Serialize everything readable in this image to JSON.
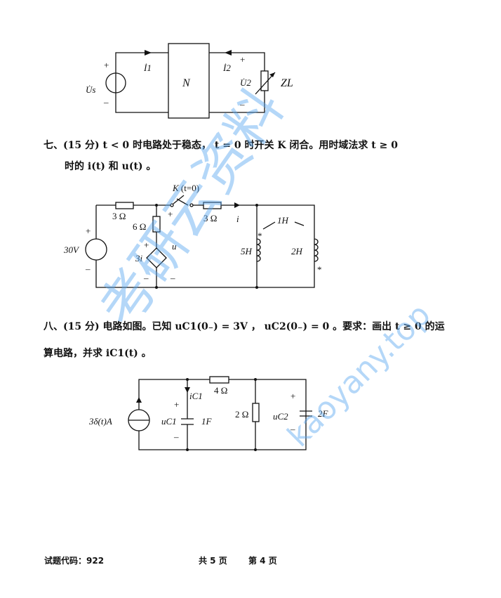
{
  "figure1": {
    "us": "U̇s",
    "i1": "İ1",
    "n": "N",
    "i2": "İ2",
    "u2": "U̇2",
    "zl": "ZL",
    "plus": "+",
    "minus": "–"
  },
  "q7": {
    "line1": "七、(15 分)  t < 0 时电路处于稳态，  t = 0 时开关 K 闭合。用时域法求 t ≥ 0",
    "line2": "时的 i(t) 和 u(t) 。"
  },
  "figure2": {
    "switch": "K (t=0)",
    "r1": "3 Ω",
    "r2": "6 Ω",
    "r3": "3 Ω",
    "i": "i",
    "m": "1H",
    "l1": "5H",
    "l2": "2H",
    "vs": "30V",
    "dep": "3i",
    "u": "u",
    "plus": "+",
    "minus": "–",
    "dot": "*"
  },
  "q8": {
    "line1": "八、(15 分) 电路如图。已知 uC1(0₋) = 3V ， uC2(0₋) = 0 。要求：画出 t ≥ 0 的运",
    "line2": "算电路，并求 iC1(t) 。"
  },
  "figure3": {
    "src": "3δ(t)A",
    "ic1": "iC1",
    "r4": "4 Ω",
    "r2": "2 Ω",
    "uc1": "uC1",
    "c1": "1F",
    "uc2": "uC2",
    "c2": "2F",
    "plus": "+",
    "minus": "–"
  },
  "footer": {
    "code": "试题代码：922",
    "total": "共 5 页",
    "page": "第 4 页"
  },
  "watermark": {
    "cn": "考研云资料",
    "url": "kaoyany.top",
    "color": "#5aa8f0"
  }
}
